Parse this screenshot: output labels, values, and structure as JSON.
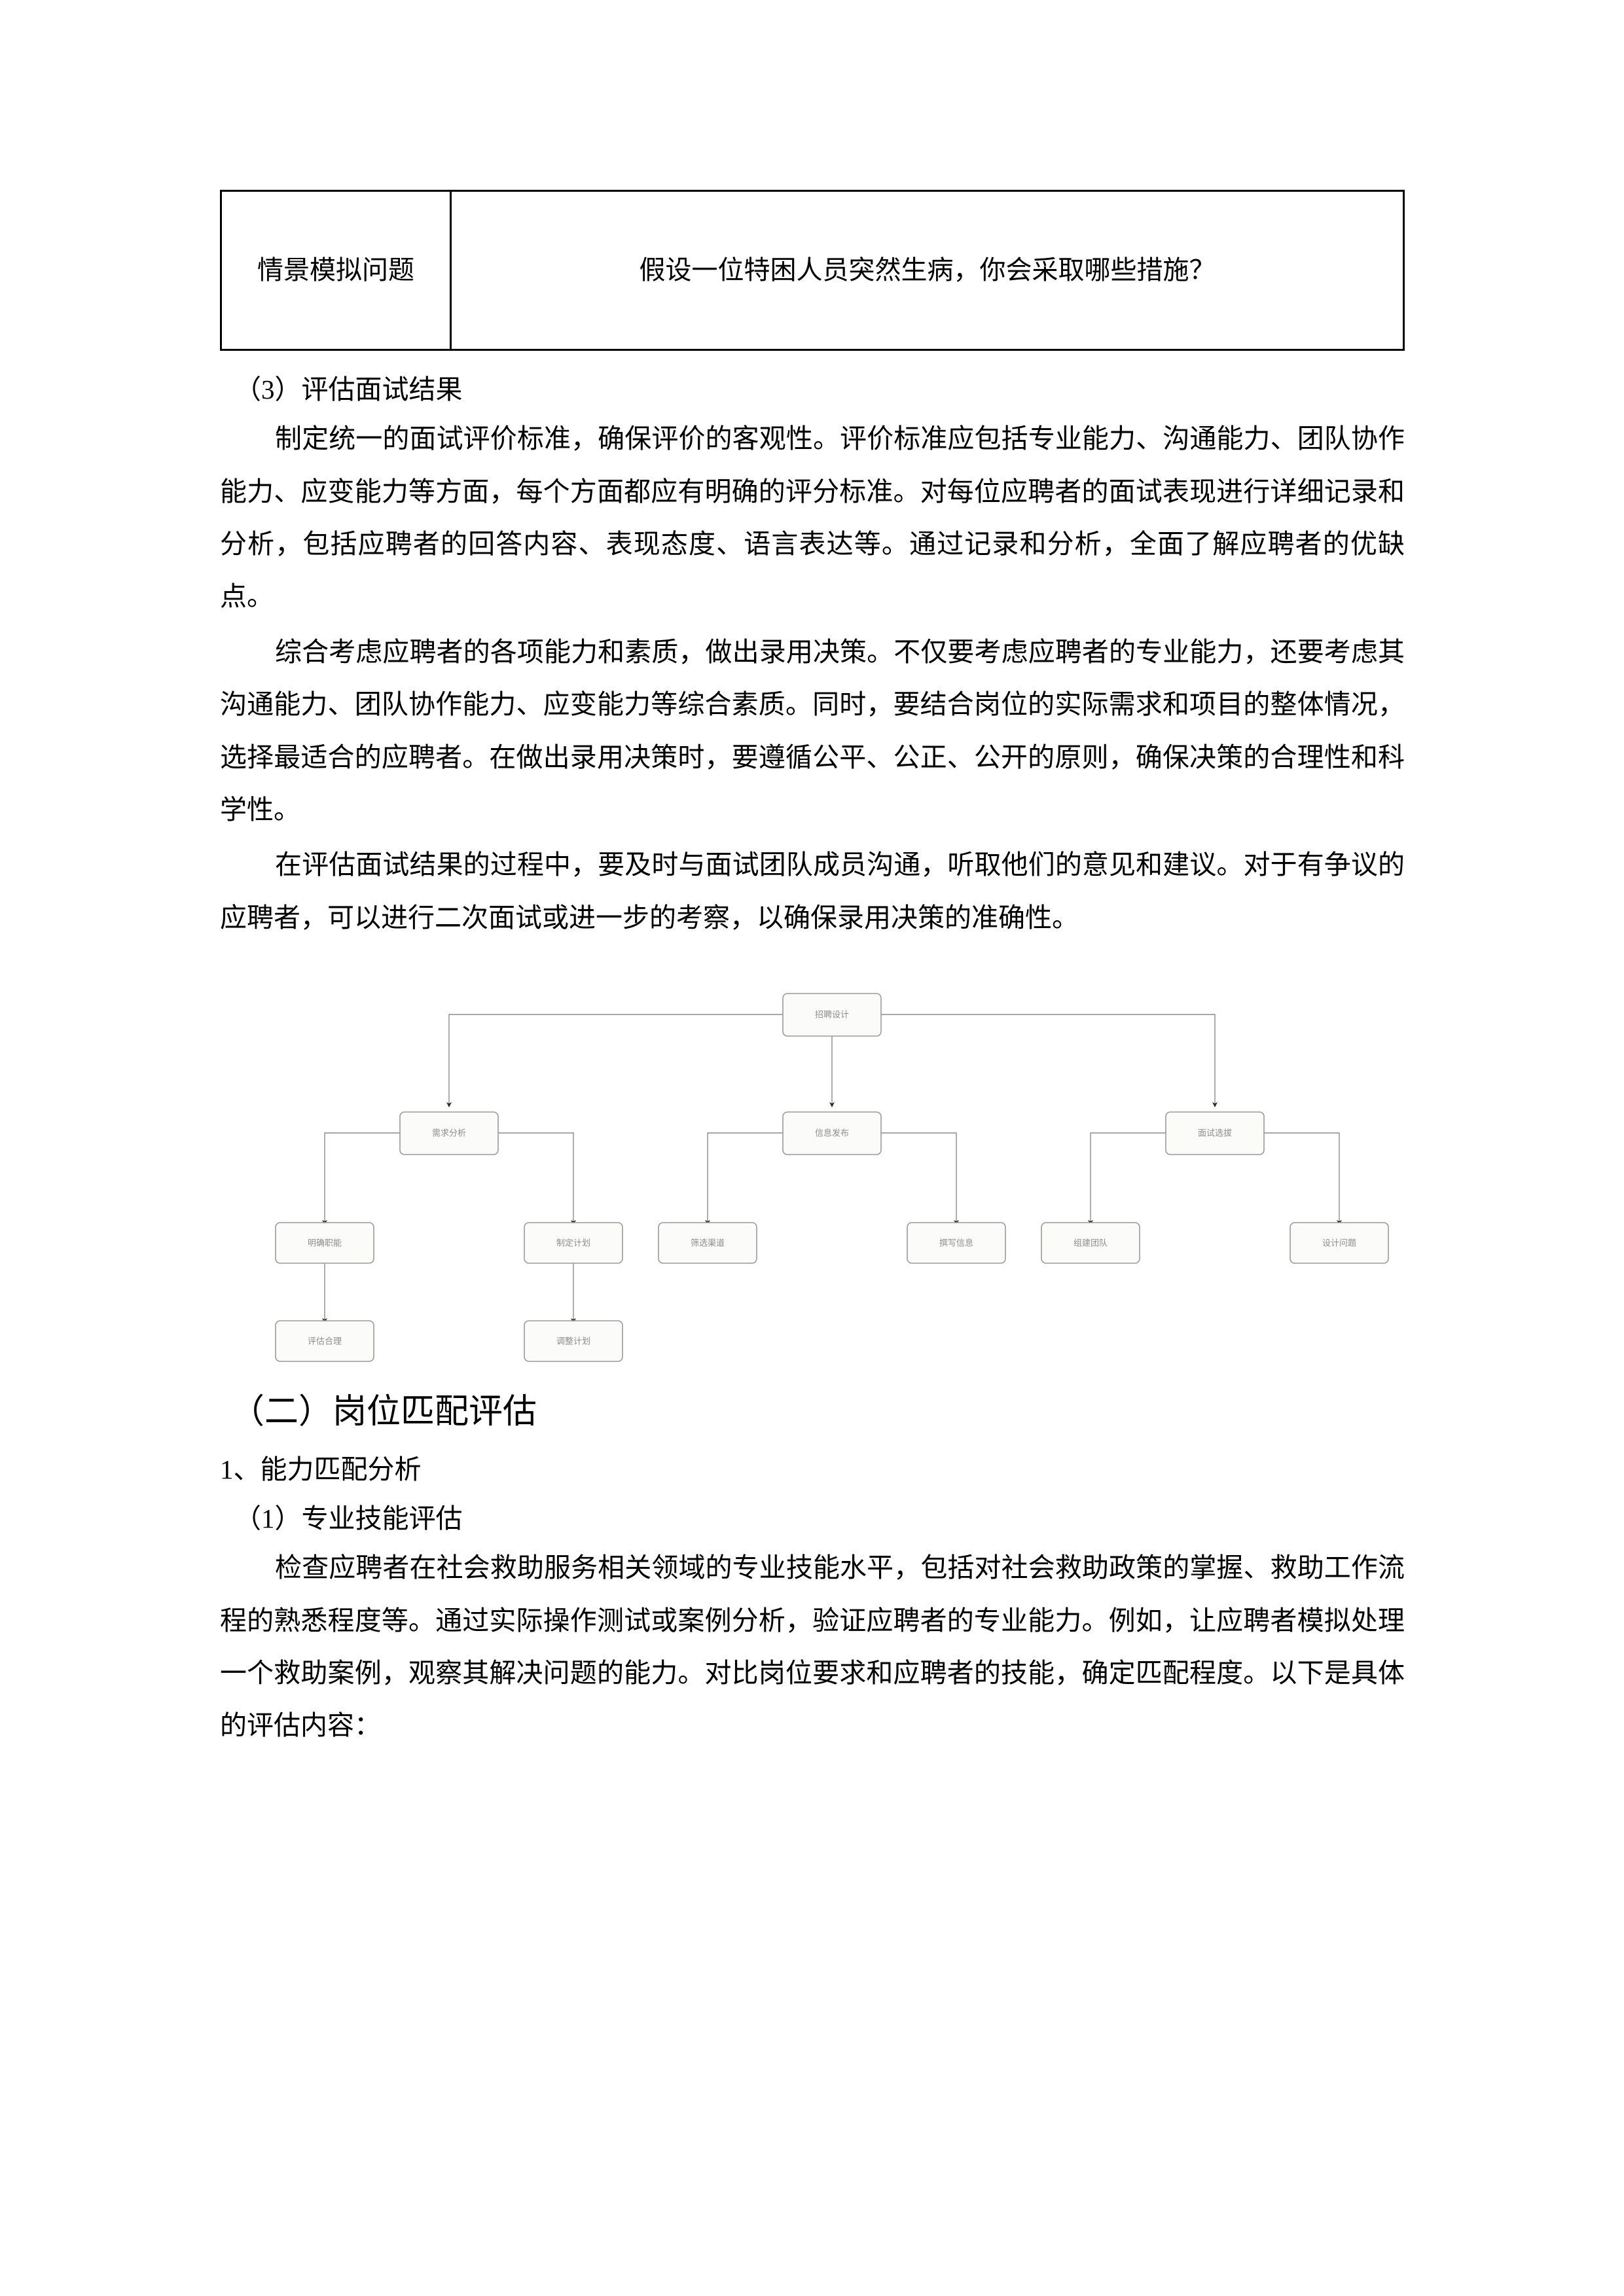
{
  "table": {
    "rows": [
      {
        "label": "情景模拟问题",
        "value": "假设一位特困人员突然生病，你会采取哪些措施？"
      }
    ]
  },
  "sections": {
    "heading_3": "（3）评估面试结果",
    "paragraph_1": "制定统一的面试评价标准，确保评价的客观性。评价标准应包括专业能力、沟通能力、团队协作能力、应变能力等方面，每个方面都应有明确的评分标准。对每位应聘者的面试表现进行详细记录和分析，包括应聘者的回答内容、表现态度、语言表达等。通过记录和分析，全面了解应聘者的优缺点。",
    "paragraph_2": "综合考虑应聘者的各项能力和素质，做出录用决策。不仅要考虑应聘者的专业能力，还要考虑其沟通能力、团队协作能力、应变能力等综合素质。同时，要结合岗位的实际需求和项目的整体情况，选择最适合的应聘者。在做出录用决策时，要遵循公平、公正、公开的原则，确保决策的合理性和科学性。",
    "paragraph_3": "在评估面试结果的过程中，要及时与面试团队成员沟通，听取他们的意见和建议。对于有争议的应聘者，可以进行二次面试或进一步的考察，以确保录用决策的准确性。",
    "heading_major": "（二）岗位匹配评估",
    "heading_num": "1、能力匹配分析",
    "heading_1": "（1）专业技能评估",
    "paragraph_4": "检查应聘者在社会救助服务相关领域的专业技能水平，包括对社会救助政策的掌握、救助工作流程的熟悉程度等。通过实际操作测试或案例分析，验证应聘者的专业能力。例如，让应聘者模拟处理一个救助案例，观察其解决问题的能力。对比岗位要求和应聘者的技能，确定匹配程度。以下是具体的评估内容："
  },
  "flowchart": {
    "root": "招聘设计",
    "branches": [
      {
        "title": "需求分析",
        "children": [
          "明确职能",
          "制定计划"
        ],
        "grandchildren": [
          "评估合理",
          "调整计划"
        ]
      },
      {
        "title": "信息发布",
        "children": [
          "筛选渠道",
          "撰写信息"
        ],
        "grandchildren": []
      },
      {
        "title": "面试选拔",
        "children": [
          "组建团队",
          "设计问题"
        ],
        "grandchildren": []
      }
    ],
    "node_fill": "#fbfbf9",
    "node_stroke": "#9a9a9a",
    "edge_color": "#8c8c8c"
  }
}
